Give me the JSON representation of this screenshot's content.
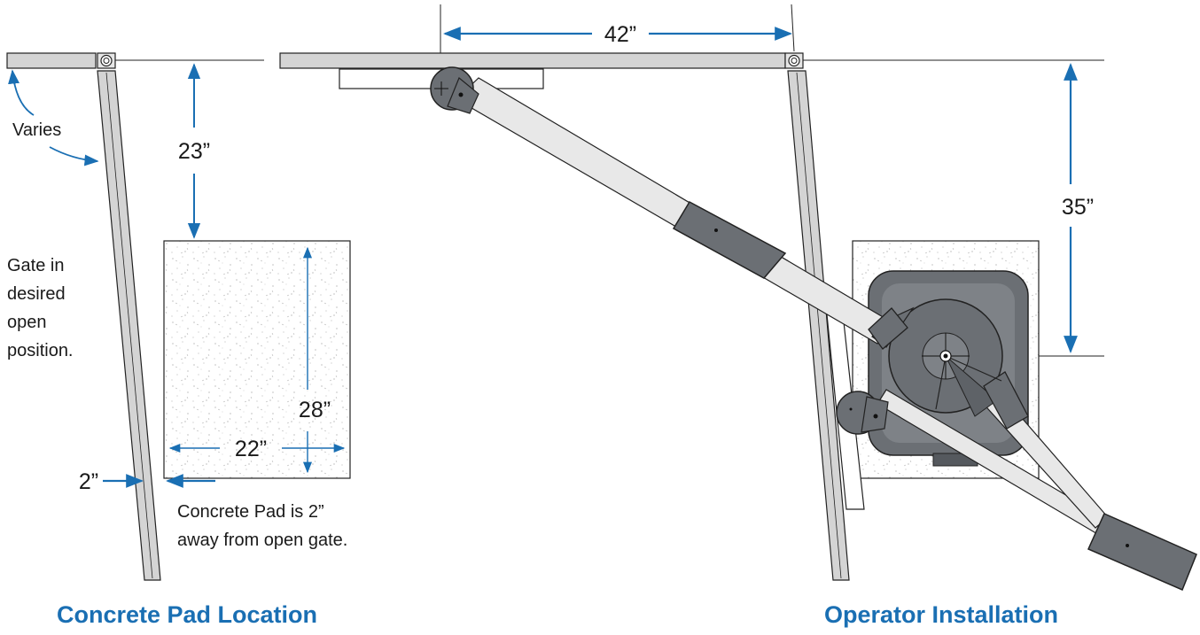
{
  "colors": {
    "accent": "#1a6fb3",
    "operator": "#6b6f74",
    "gate": "#d4d4d4",
    "outline": "#222222"
  },
  "left_panel": {
    "caption": "Concrete Pad Location",
    "angle_label": "Varies",
    "gate_note": [
      "Gate in",
      "desired",
      "open",
      "position."
    ],
    "pad_note": [
      "Concrete Pad is 2”",
      "away from open gate."
    ],
    "dim_top": "23”",
    "dim_height": "28”",
    "dim_width": "22”",
    "dim_gap": "2”"
  },
  "right_panel": {
    "caption": "Operator Installation",
    "dim_horizontal": "42”",
    "dim_vertical": "35”"
  }
}
